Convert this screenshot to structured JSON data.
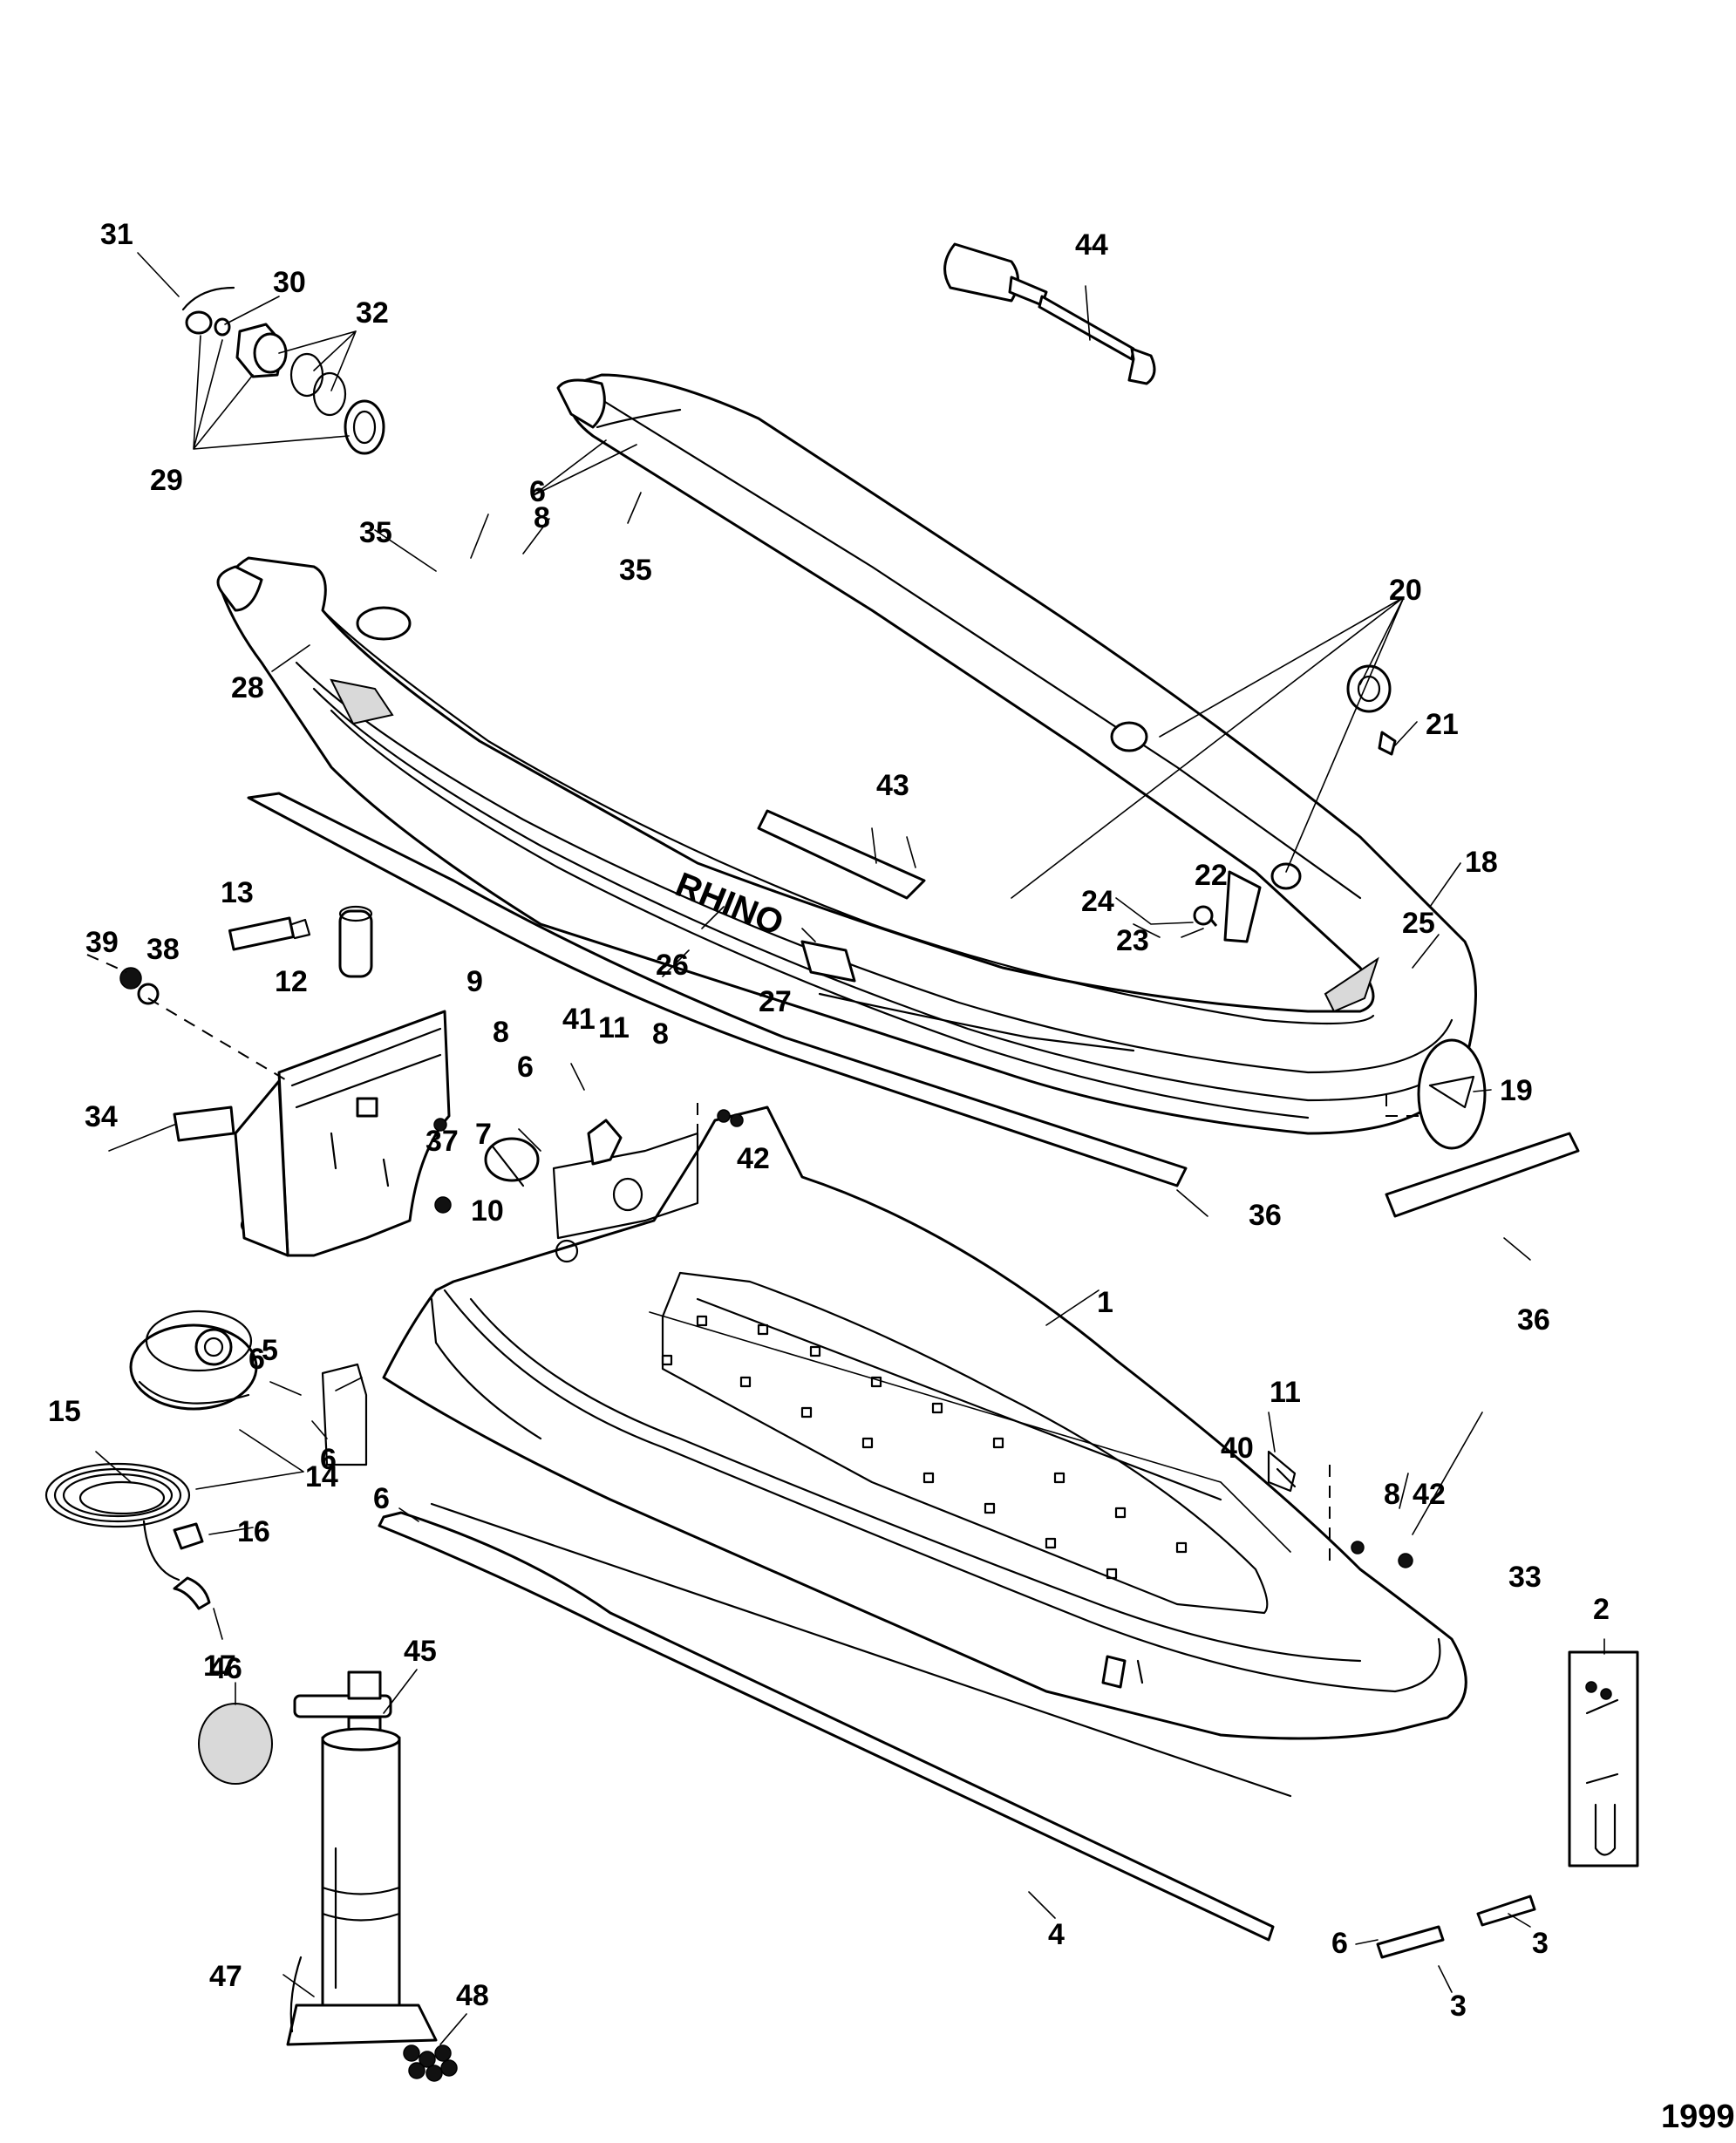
{
  "diagram": {
    "brand_text": "RHINO",
    "figure_number": "1999",
    "callouts": [
      {
        "id": "c1",
        "text": "1"
      },
      {
        "id": "c2",
        "text": "2"
      },
      {
        "id": "c3a",
        "text": "3"
      },
      {
        "id": "c3b",
        "text": "3"
      },
      {
        "id": "c4",
        "text": "4"
      },
      {
        "id": "c5",
        "text": "5"
      },
      {
        "id": "c6a",
        "text": "6"
      },
      {
        "id": "c6b",
        "text": "6"
      },
      {
        "id": "c6c",
        "text": "6"
      },
      {
        "id": "c6d",
        "text": "6"
      },
      {
        "id": "c6e",
        "text": "6"
      },
      {
        "id": "c6f",
        "text": "6"
      },
      {
        "id": "c7",
        "text": "7"
      },
      {
        "id": "c8a",
        "text": "8"
      },
      {
        "id": "c8b",
        "text": "8"
      },
      {
        "id": "c8c",
        "text": "8"
      },
      {
        "id": "c8d",
        "text": "8"
      },
      {
        "id": "c9",
        "text": "9"
      },
      {
        "id": "c10",
        "text": "10"
      },
      {
        "id": "c11a",
        "text": "11"
      },
      {
        "id": "c11b",
        "text": "11"
      },
      {
        "id": "c12",
        "text": "12"
      },
      {
        "id": "c13",
        "text": "13"
      },
      {
        "id": "c14",
        "text": "14"
      },
      {
        "id": "c15",
        "text": "15"
      },
      {
        "id": "c16",
        "text": "16"
      },
      {
        "id": "c17",
        "text": "17"
      },
      {
        "id": "c18",
        "text": "18"
      },
      {
        "id": "c19",
        "text": "19"
      },
      {
        "id": "c20",
        "text": "20"
      },
      {
        "id": "c21",
        "text": "21"
      },
      {
        "id": "c22",
        "text": "22"
      },
      {
        "id": "c23",
        "text": "23"
      },
      {
        "id": "c24",
        "text": "24"
      },
      {
        "id": "c25",
        "text": "25"
      },
      {
        "id": "c26",
        "text": "26"
      },
      {
        "id": "c27",
        "text": "27"
      },
      {
        "id": "c28",
        "text": "28"
      },
      {
        "id": "c29",
        "text": "29"
      },
      {
        "id": "c30",
        "text": "30"
      },
      {
        "id": "c31",
        "text": "31"
      },
      {
        "id": "c32",
        "text": "32"
      },
      {
        "id": "c33",
        "text": "33"
      },
      {
        "id": "c34",
        "text": "34"
      },
      {
        "id": "c35a",
        "text": "35"
      },
      {
        "id": "c35b",
        "text": "35"
      },
      {
        "id": "c36a",
        "text": "36"
      },
      {
        "id": "c36b",
        "text": "36"
      },
      {
        "id": "c37",
        "text": "37"
      },
      {
        "id": "c38",
        "text": "38"
      },
      {
        "id": "c39",
        "text": "39"
      },
      {
        "id": "c40",
        "text": "40"
      },
      {
        "id": "c41",
        "text": "41"
      },
      {
        "id": "c42a",
        "text": "42"
      },
      {
        "id": "c42b",
        "text": "42"
      },
      {
        "id": "c43",
        "text": "43"
      },
      {
        "id": "c44",
        "text": "44"
      },
      {
        "id": "c45",
        "text": "45"
      },
      {
        "id": "c46",
        "text": "46"
      },
      {
        "id": "c47",
        "text": "47"
      },
      {
        "id": "c48",
        "text": "48"
      }
    ]
  }
}
